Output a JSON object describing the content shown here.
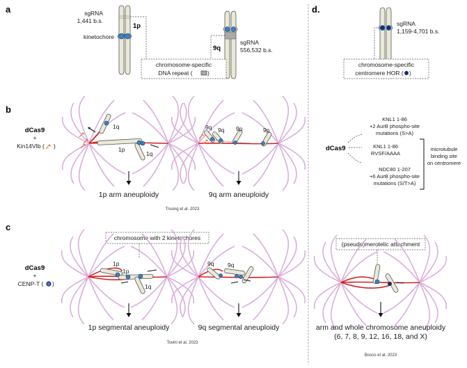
{
  "panels": {
    "a": "a",
    "b": "b",
    "c": "c",
    "d": "d."
  },
  "panel_a": {
    "sgrna_left_line1": "sgRNA",
    "sgrna_left_line2": "1,441 b.s.",
    "kinetochore": "kinetochore",
    "arm_left": "1p",
    "arm_right": "9q",
    "sgrna_right_line1": "sgRNA",
    "sgrna_right_line2": "556,532 b.s.",
    "repeat_box_line1": "chromosome-specific",
    "repeat_box_line2": "DNA repeat ("
  },
  "panel_d": {
    "sgrna_line1": "sgRNA",
    "sgrna_line2": "1,159-4,701 b.s.",
    "hor_box_line1": "chromosome-specific",
    "hor_box_line2": "centromere HOR (",
    "dcas9": "dCas9",
    "knl1_top_line1": "KNL1 1-86",
    "knl1_top_line2": "+2 AurB phospho-site",
    "knl1_top_line3": "mutations (S>A)",
    "knl1_mid_line1": "KNL1 1-86",
    "knl1_mid_line2": "RVSF/AAAA",
    "ndc80_line1": "NDC80 1-207",
    "ndc80_line2": "+6 AurB phospho-site",
    "ndc80_line3": "mutations (S/T>A)",
    "mt_binding_line1": "microtubule",
    "mt_binding_line2": "binding site",
    "mt_binding_line3": "on centromere",
    "merotelic_box": "(pseudo)merotelic attachment",
    "outcome_line1": "arm and whole chromosome aneuploidy",
    "outcome_line2": "(6, 7, 8, 9, 12, 16, 18, and X)",
    "citation": "Bosco et al. 2023"
  },
  "panel_b": {
    "dcas9": "dCas9",
    "plus": "+",
    "motor": "Kin14VIb (",
    "left_labels": [
      "1q",
      "1p",
      "1q"
    ],
    "right_labels": [
      "9q",
      "9q",
      "9p",
      "9p"
    ],
    "outcome_left": "1p arm aneuploidy",
    "outcome_right": "9q arm aneuploidy",
    "citation": "Truong et al. 2023"
  },
  "panel_c": {
    "dcas9": "dCas9",
    "plus": "+",
    "cenpt": "CENP-T (",
    "two_kt_box": "chromosome with 2 kinetochores",
    "left_labels": [
      "1p",
      "1p",
      "1q"
    ],
    "right_labels": [
      "9q",
      "9q"
    ],
    "outcome_left": "1p segmental aneuploidy",
    "outcome_right": "9q segmental aneuploidy",
    "citation": "Tovini et al. 2023"
  },
  "close_paren": ")",
  "colors": {
    "spindle": "#d9aedc",
    "microtubule": "#d42020",
    "kinetochore": "#3d7fc4",
    "hor_dot": "#1b2a6b",
    "chromosome": "#eae9d8",
    "motor": "#e8702a"
  }
}
